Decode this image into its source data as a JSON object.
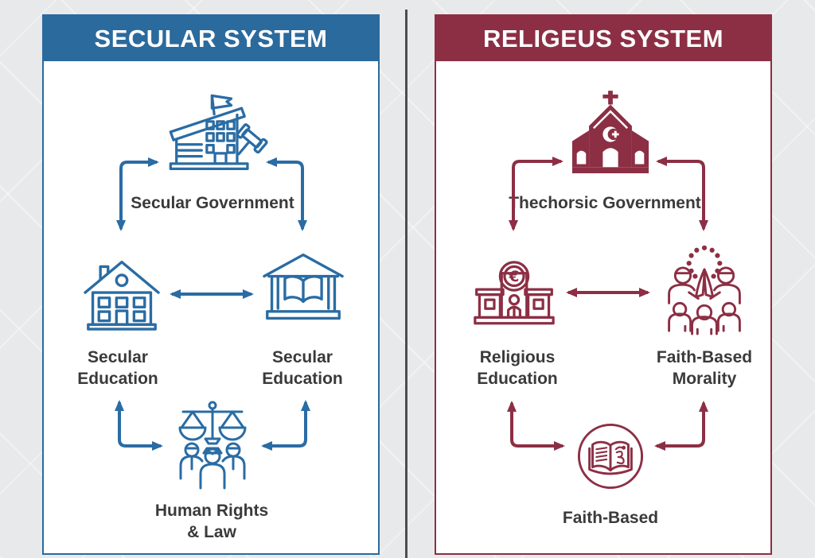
{
  "colors": {
    "secular_accent": "#2b6a9d",
    "secular_icon": "#2a6ca4",
    "religious_accent": "#8c2f44",
    "divider": "#4d4d4d",
    "label_text": "#3a3a3a",
    "panel_background": "#ffffff",
    "page_background": "#e8e9ea"
  },
  "left_panel": {
    "title": "SECULAR SYSTEM",
    "nodes": {
      "government": {
        "label": "Secular Government",
        "icon": "government-building-gavel-icon"
      },
      "education_house": {
        "label_line1": "Secular",
        "label_line2": "Education",
        "icon": "schoolhouse-icon"
      },
      "education_book": {
        "label_line1": "Secular",
        "label_line2": "Education",
        "icon": "open-book-pavilion-icon"
      },
      "law": {
        "label_line1": "Human Rights",
        "label_line2": "& Law",
        "icon": "scales-of-justice-people-icon"
      }
    }
  },
  "right_panel": {
    "title": "RELIGEUS SYSTEM",
    "nodes": {
      "government": {
        "label": "Thechorsic Government",
        "icon": "church-icon"
      },
      "education": {
        "label_line1": "Religious",
        "label_line2": "Education",
        "coin_symbol": "€",
        "icon": "religious-school-euro-icon"
      },
      "morality": {
        "label_line1": "Faith-Based",
        "label_line2": "Morality",
        "icon": "praying-congregation-icon"
      },
      "scripture": {
        "label": "Faith-Based",
        "icon": "holy-book-om-icon"
      }
    }
  }
}
